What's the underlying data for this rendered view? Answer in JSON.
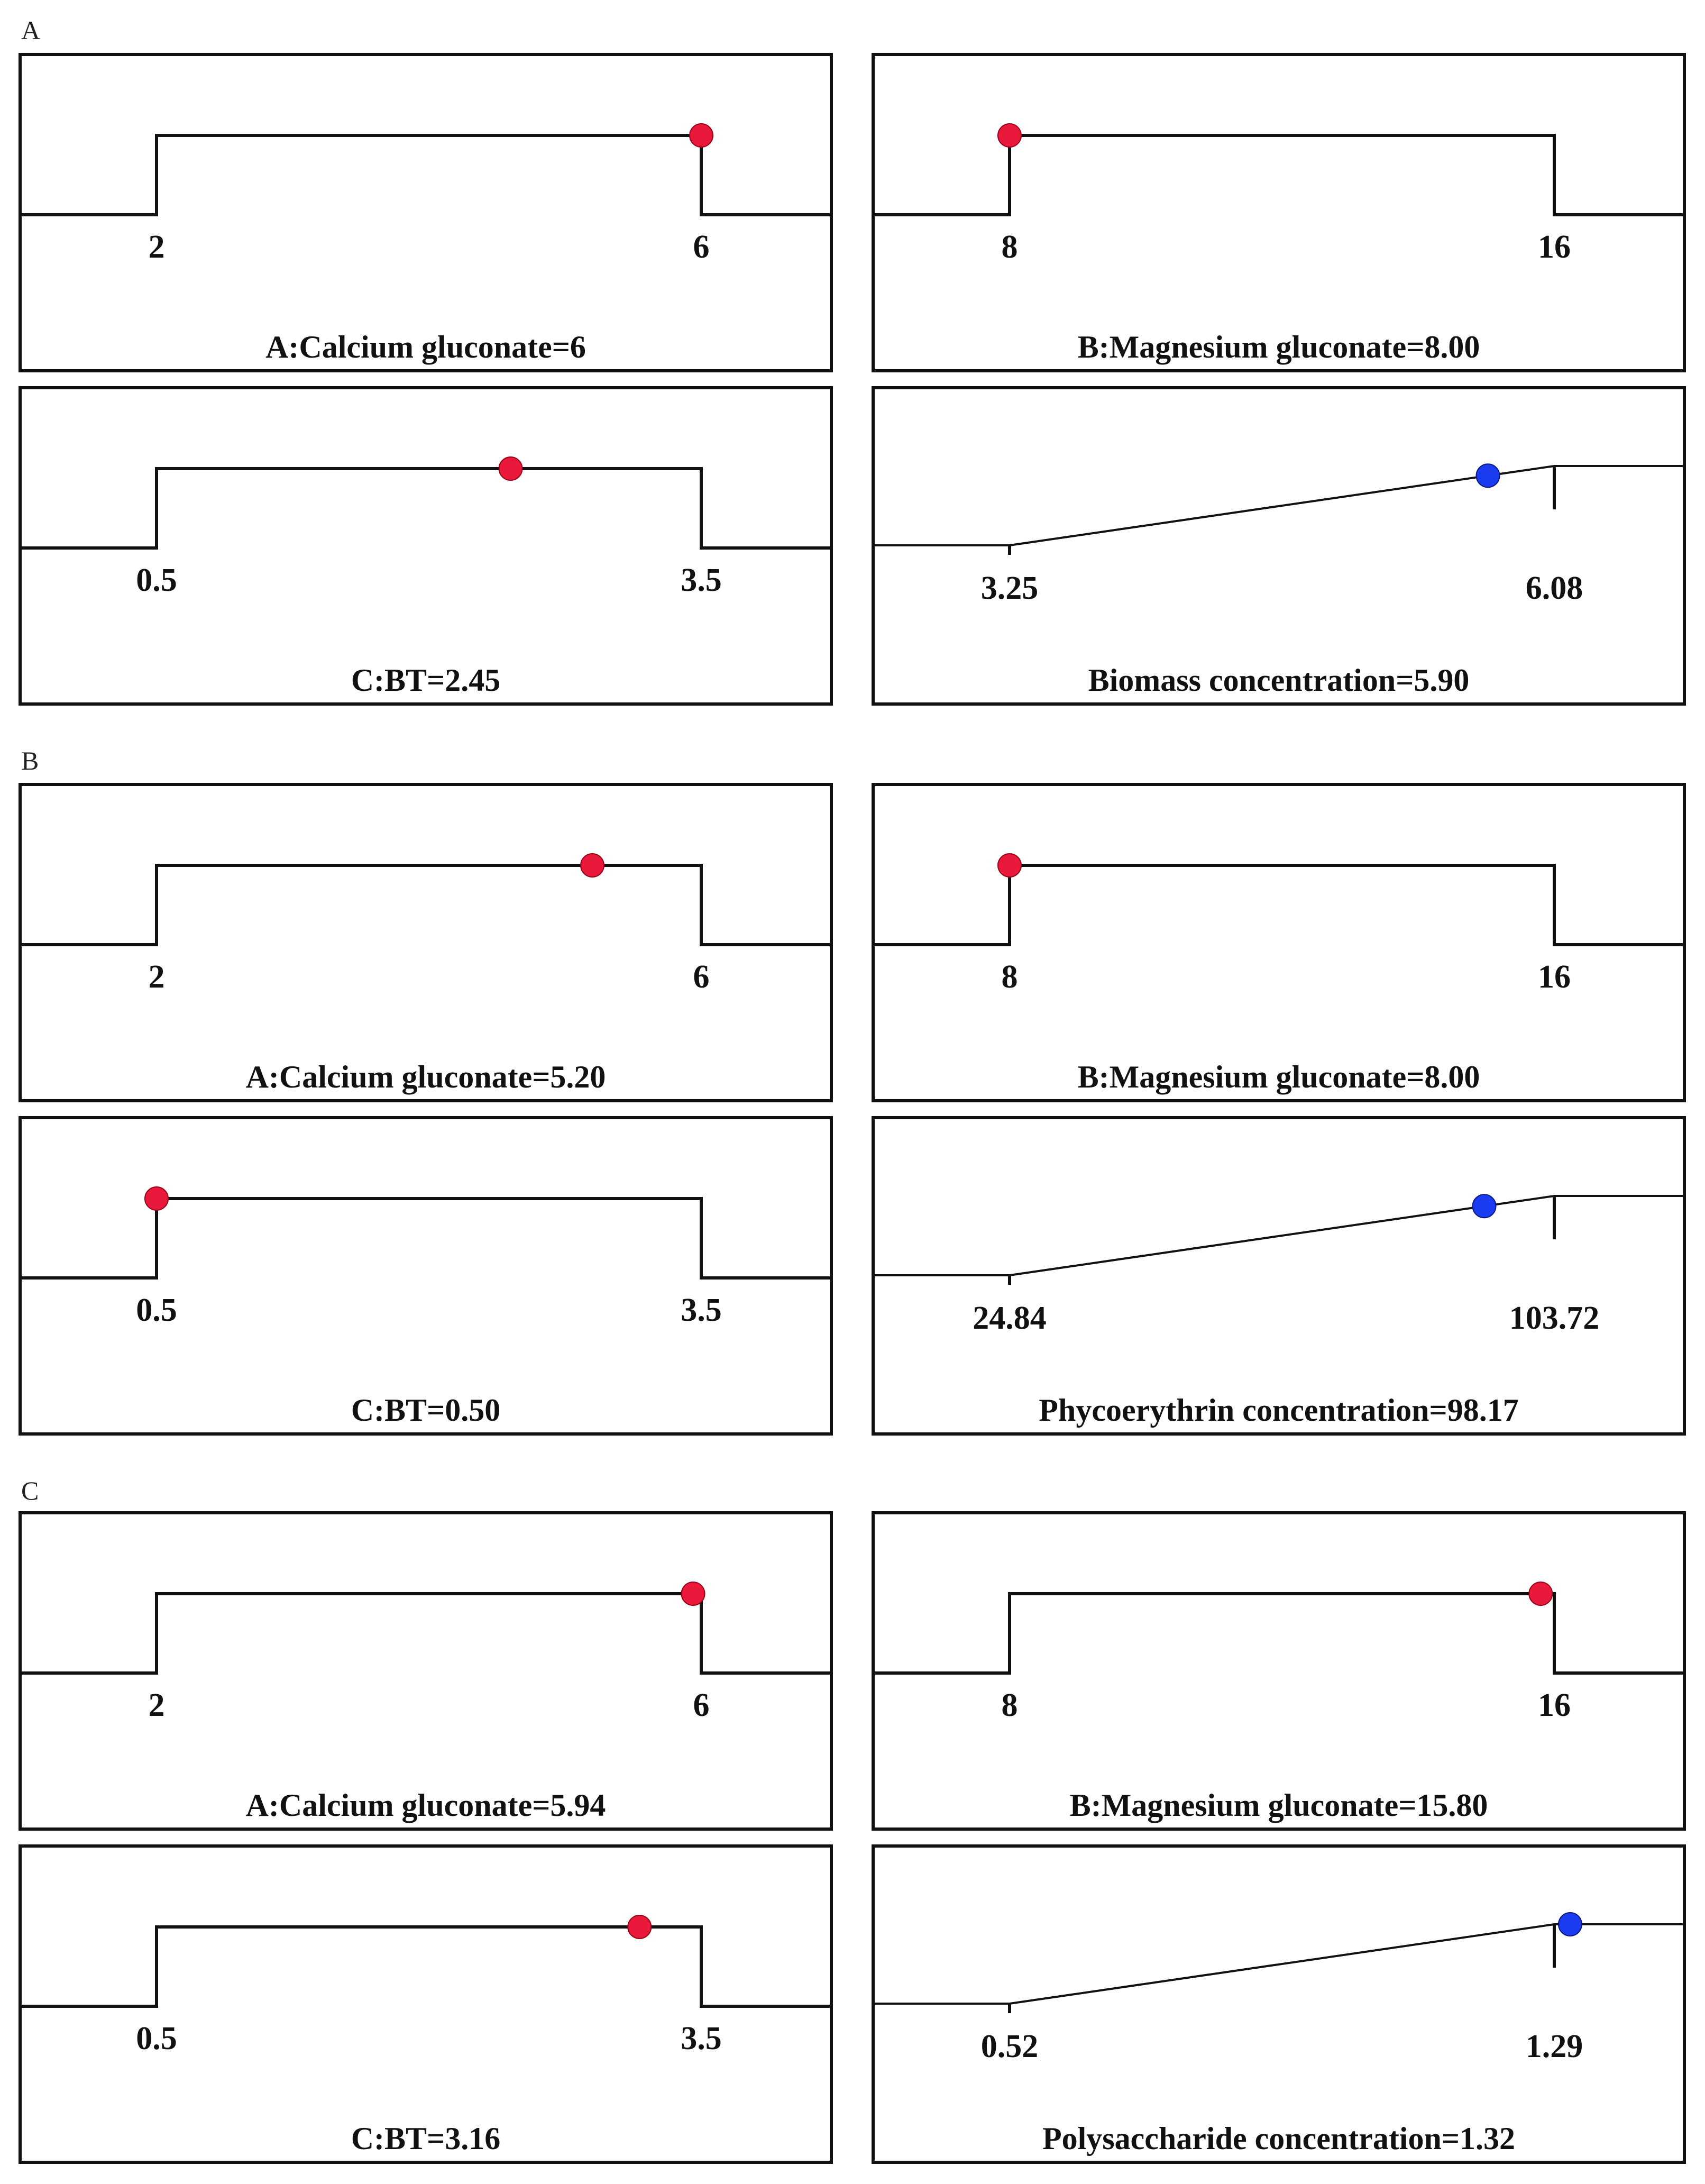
{
  "figure": {
    "panels": [
      {
        "label": "A"
      },
      {
        "label": "B"
      },
      {
        "label": "C"
      }
    ]
  },
  "colors": {
    "factor_dot": "#e8193a",
    "response_dot": "#1a3bf0",
    "line": "#111111"
  },
  "chart_data": [
    {
      "type": "line",
      "group": "A",
      "kind": "factor",
      "name": "A:Calcium gluconate",
      "caption": "A:Calcium gluconate=6",
      "low": 2,
      "high": 6,
      "value": 6,
      "low_label": "2",
      "high_label": "6"
    },
    {
      "type": "line",
      "group": "A",
      "kind": "factor",
      "name": "B:Magnesium gluconate",
      "caption": "B:Magnesium gluconate=8.00",
      "low": 8,
      "high": 16,
      "value": 8,
      "low_label": "8",
      "high_label": "16"
    },
    {
      "type": "line",
      "group": "A",
      "kind": "factor",
      "name": "C:BT",
      "caption": "C:BT=2.45",
      "low": 0.5,
      "high": 3.5,
      "value": 2.45,
      "low_label": "0.5",
      "high_label": "3.5"
    },
    {
      "type": "line",
      "group": "A",
      "kind": "response",
      "name": "Biomass concentration",
      "caption": "Biomass concentration=5.90",
      "low": 3.25,
      "high": 6.08,
      "value": 5.9,
      "low_label": "3.25",
      "high_label": "6.08"
    },
    {
      "type": "line",
      "group": "B",
      "kind": "factor",
      "name": "A:Calcium gluconate",
      "caption": "A:Calcium gluconate=5.20",
      "low": 2,
      "high": 6,
      "value": 5.2,
      "low_label": "2",
      "high_label": "6"
    },
    {
      "type": "line",
      "group": "B",
      "kind": "factor",
      "name": "B:Magnesium gluconate",
      "caption": "B:Magnesium gluconate=8.00",
      "low": 8,
      "high": 16,
      "value": 8,
      "low_label": "8",
      "high_label": "16"
    },
    {
      "type": "line",
      "group": "B",
      "kind": "factor",
      "name": "C:BT",
      "caption": "C:BT=0.50",
      "low": 0.5,
      "high": 3.5,
      "value": 0.5,
      "low_label": "0.5",
      "high_label": "3.5"
    },
    {
      "type": "line",
      "group": "B",
      "kind": "response",
      "name": "Phycoerythrin concentration",
      "caption": "Phycoerythrin concentration=98.17",
      "low": 24.84,
      "high": 103.72,
      "value": 98.17,
      "low_label": "24.84",
      "high_label": "103.72"
    },
    {
      "type": "line",
      "group": "C",
      "kind": "factor",
      "name": "A:Calcium gluconate",
      "caption": "A:Calcium gluconate=5.94",
      "low": 2,
      "high": 6,
      "value": 5.94,
      "low_label": "2",
      "high_label": "6"
    },
    {
      "type": "line",
      "group": "C",
      "kind": "factor",
      "name": "B:Magnesium gluconate",
      "caption": "B:Magnesium gluconate=15.80",
      "low": 8,
      "high": 16,
      "value": 15.8,
      "low_label": "8",
      "high_label": "16"
    },
    {
      "type": "line",
      "group": "C",
      "kind": "factor",
      "name": "C:BT",
      "caption": "C:BT=3.16",
      "low": 0.5,
      "high": 3.5,
      "value": 3.16,
      "low_label": "0.5",
      "high_label": "3.5"
    },
    {
      "type": "line",
      "group": "C",
      "kind": "response",
      "name": "Polysaccharide concentration",
      "caption": "Polysaccharide concentration=1.32",
      "low": 0.52,
      "high": 1.29,
      "value": 1.32,
      "low_label": "0.52",
      "high_label": "1.29"
    }
  ]
}
